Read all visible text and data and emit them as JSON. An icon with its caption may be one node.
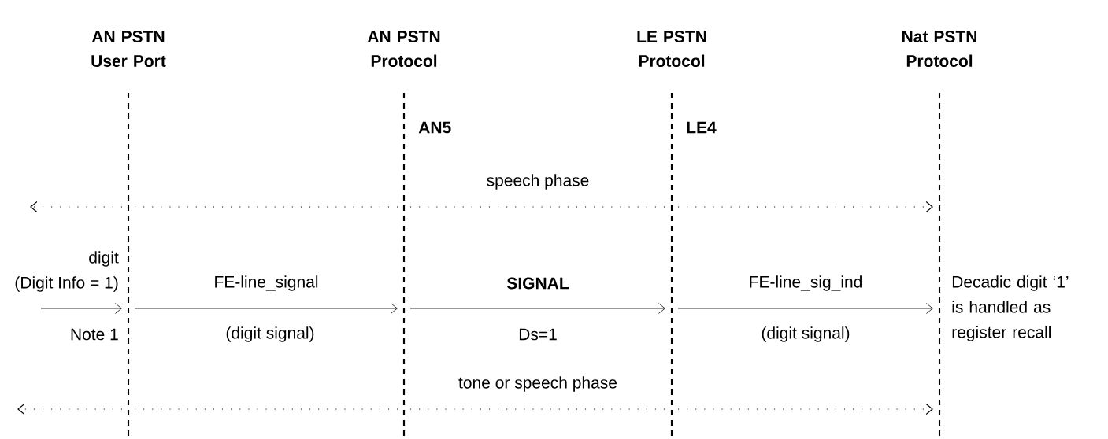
{
  "diagram": {
    "nodes": [
      {
        "text": [
          "AN PSTN User Port"
        ]
      },
      {
        "text": [
          "AN PSTN Protocol"
        ]
      },
      {
        "text": [
          "LE PSTN Protocol"
        ]
      },
      {
        "text": [
          "Nat PSTN Protocol"
        ]
      }
    ],
    "edges": [
      {
        "from": 0,
        "to": null,
        "arrow": "to",
        "style": "dashed"
      },
      {
        "from": 0,
        "to": 1,
        "arrow": "none",
        "style": "dashed"
      },
      {
        "from": 1,
        "to": 2,
        "arrow": "none",
        "style": "dashed",
        "label": "speech phase"
      },
      {
        "from": 2,
        "to": 3,
        "arrow": "to",
        "style": "dashed"
      },
      {
        "from": null,
        "to": 0,
        "arrow": "to",
        "label": "digit"
      },
      {
        "from": 0,
        "to": 1,
        "arrow": "to",
        "label": "FE-line_signal"
      },
      {
        "from": 1,
        "to": 2,
        "arrow": "to",
        "label": "SIGNAL"
      },
      {
        "from": 2,
        "to": 3,
        "arrow": "to",
        "label": "FE-line_sig_ind"
      },
      {
        "from": 0,
        "to": null,
        "arrow": "to",
        "style": "dashed"
      },
      {
        "from": 0,
        "to": 1,
        "arrow": "none",
        "style": "dashed"
      },
      {
        "from": 1,
        "to": 2,
        "arrow": "none",
        "style": "dashed",
        "label": "tone or speech phase"
      },
      {
        "from": 2,
        "to": 3,
        "arrow": "to",
        "style": "dashed"
      }
    ],
    "labels": [
      "AN5",
      "LE4",
      "(Digit Info = 1)",
      "Note 1",
      "(digit signal)",
      "Ds=1",
      "(digit signal)",
      "Decadic digit ‘1’ is handled as register recall"
    ]
  }
}
